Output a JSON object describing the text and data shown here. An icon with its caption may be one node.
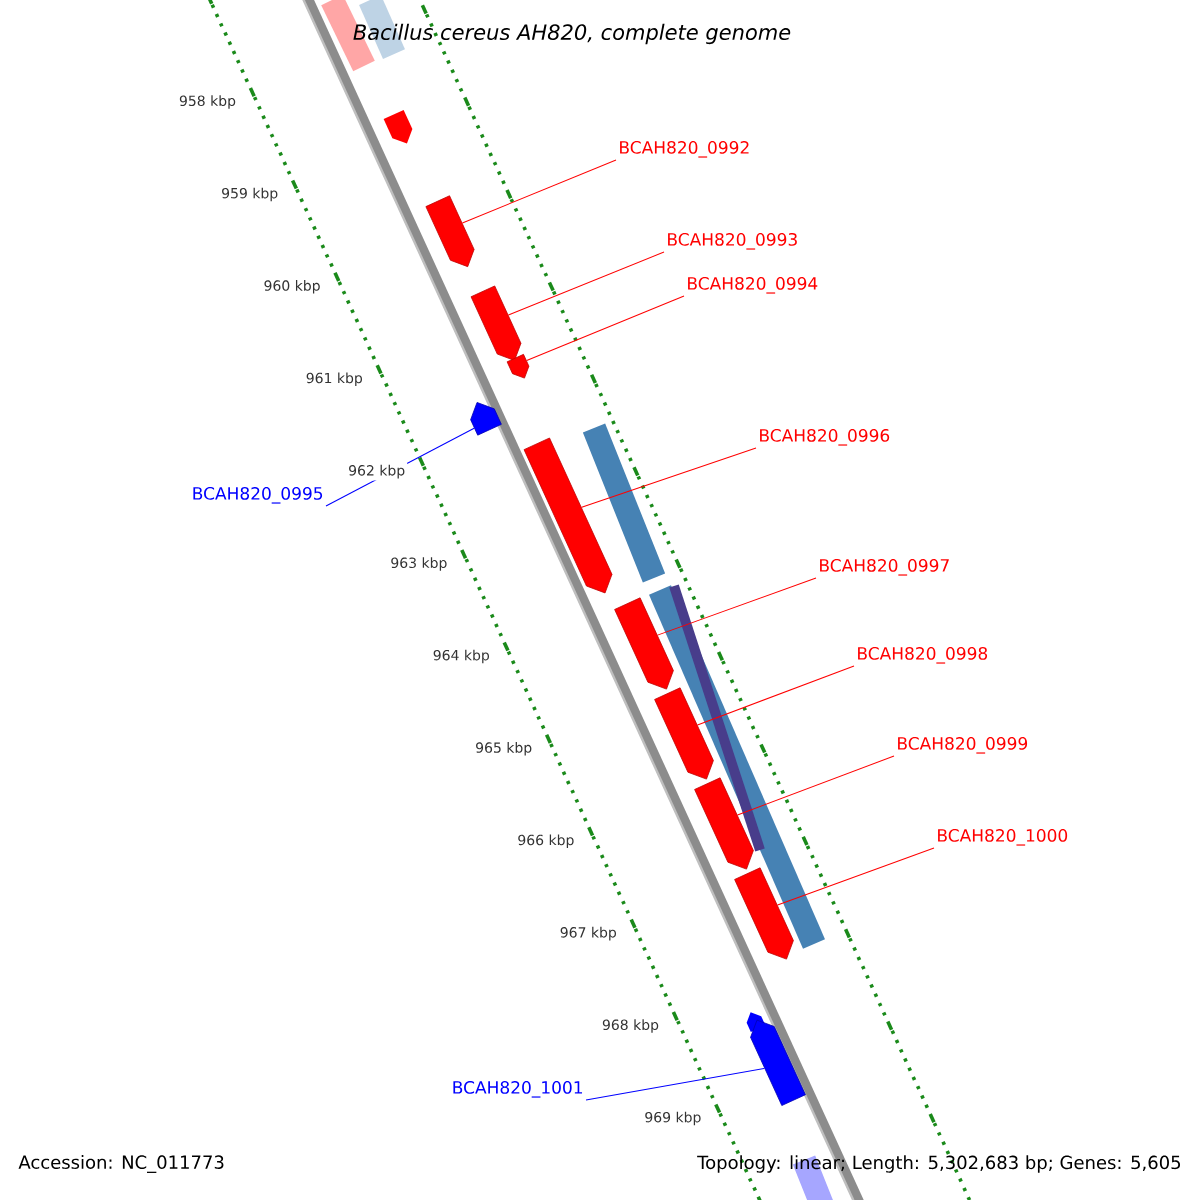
{
  "diagram": {
    "title": "Bacillus cereus AH820, complete genome",
    "nodes": [
      {
        "text": [
          "BCAH820_0992"
        ]
      },
      {
        "text": [
          "BCAH820_0993"
        ]
      },
      {
        "text": [
          "BCAH820_0994"
        ]
      },
      {
        "text": [
          "BCAH820_0995"
        ]
      },
      {
        "text": [
          "BCAH820_0996"
        ]
      },
      {
        "text": [
          "BCAH820_0997"
        ]
      },
      {
        "text": [
          "BCAH820_0998"
        ]
      },
      {
        "text": [
          "BCAH820_0999"
        ]
      },
      {
        "text": [
          "BCAH820_1000"
        ]
      },
      {
        "text": [
          "BCAH820_1001"
        ]
      },
      {
        "text": [],
        "shape": "arrow"
      },
      {
        "text": [],
        "shape": "arrow"
      },
      {
        "text": [],
        "shape": "arrow"
      },
      {
        "text": [],
        "shape": "arrow"
      },
      {
        "text": [],
        "shape": "arrow"
      },
      {
        "text": [],
        "shape": "arrow"
      },
      {
        "text": [],
        "shape": "arrow"
      },
      {
        "text": [],
        "shape": "arrow"
      },
      {
        "text": [],
        "shape": "arrow"
      },
      {
        "text": [],
        "shape": "arrow"
      }
    ],
    "edges": [
      {
        "from": 0,
        "to": 10,
        "arrow": "none"
      },
      {
        "from": 1,
        "to": 11,
        "arrow": "none"
      },
      {
        "from": 2,
        "to": 12,
        "arrow": "none"
      },
      {
        "from": 3,
        "to": 13,
        "arrow": "none",
        "color": "#0000ff"
      },
      {
        "from": 4,
        "to": 14,
        "arrow": "none"
      },
      {
        "from": 5,
        "to": 15,
        "arrow": "none"
      },
      {
        "from": 6,
        "to": 16,
        "arrow": "none"
      },
      {
        "from": 7,
        "to": 17,
        "arrow": "none"
      },
      {
        "from": 8,
        "to": 18,
        "arrow": "none"
      },
      {
        "from": 9,
        "to": 19,
        "arrow": "none",
        "color": "#0000ff"
      }
    ],
    "labels": [
      "958 kbp",
      "959 kbp",
      "960 kbp",
      "961 kbp",
      "962 kbp",
      "963 kbp",
      "964 kbp",
      "965 kbp",
      "966 kbp",
      "967 kbp",
      "968 kbp",
      "969 kbp",
      "Accession: NC_011773",
      "Topology: linear; Length: 5,302,683 bp; Genes: 5,605"
    ]
  }
}
